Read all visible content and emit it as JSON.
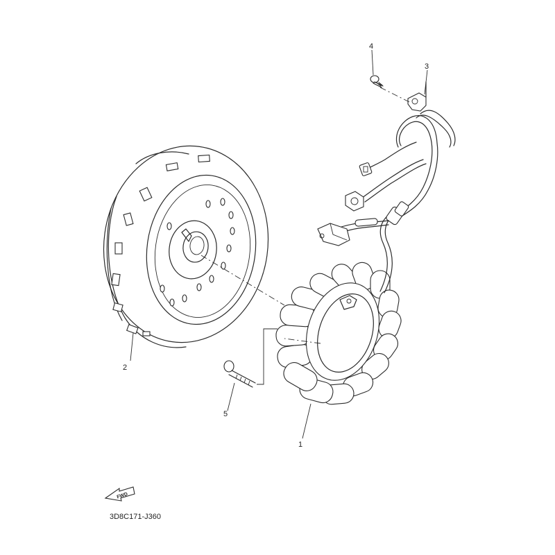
{
  "callouts": {
    "c1": "1",
    "c2": "2",
    "c3": "3",
    "c4": "4",
    "c5": "5"
  },
  "fwd_label": "FWD",
  "diagram_code": "3D8C171-J360"
}
